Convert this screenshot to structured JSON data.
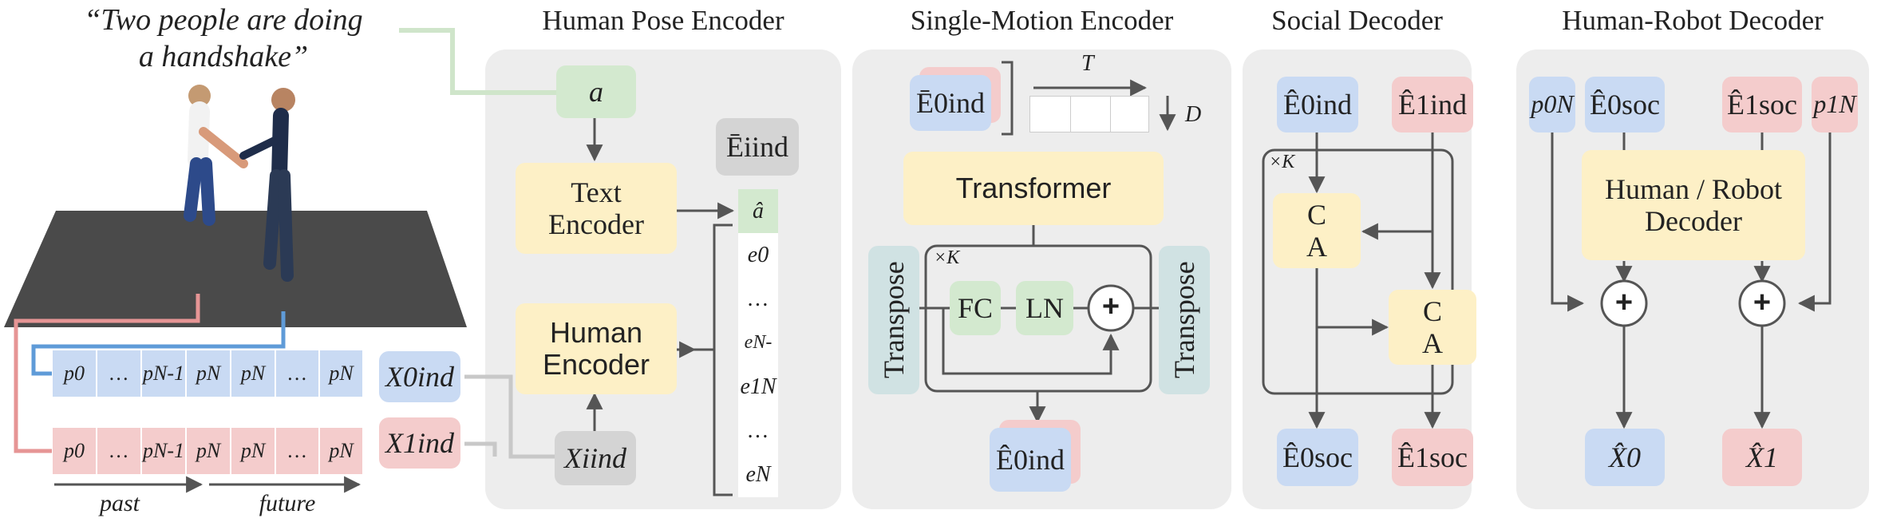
{
  "caption": "“Two people are doing a handshake”",
  "caption_line1": "“Two people are doing",
  "caption_line2": "a handshake”",
  "colors": {
    "panel": "#ededed",
    "yellow": "#fdf0c6",
    "blue": "#c9daf3",
    "pink": "#f4cccc",
    "green": "#d3e9cf",
    "gray": "#d4d4d4",
    "teal": "#d0e2e3",
    "arrow": "#555555"
  },
  "scene": {
    "seq_person0": [
      "p0",
      "…",
      "pN-1",
      "pN",
      "pN",
      "…",
      "pN"
    ],
    "seq_person1": [
      "p0",
      "…",
      "pN-1",
      "pN",
      "pN",
      "…",
      "pN"
    ],
    "past_label": "past",
    "future_label": "future"
  },
  "human_pose_encoder": {
    "title": "Human Pose Encoder",
    "a": "a",
    "text_encoder": "Text Encoder",
    "human_encoder": "Human Encoder",
    "x0_ind": "X0ind",
    "x1_ind": "X1ind",
    "xi_ind": "Xiind",
    "e_bar_ind": "Ēiind",
    "token_column": [
      "â",
      "e0",
      "…",
      "eN-",
      "e1N",
      "…",
      "eN"
    ]
  },
  "single_motion_encoder": {
    "title": "Single-Motion Encoder",
    "input": "Ē0ind",
    "T": "T",
    "D": "D",
    "transformer": "Transformer",
    "transpose_left": "Transpose",
    "transpose_right": "Transpose",
    "times_k": "×K",
    "fc": "FC",
    "ln": "LN",
    "plus": "+",
    "output": "Ê0ind"
  },
  "social_decoder": {
    "title": "Social Decoder",
    "in0": "Ê0ind",
    "in1": "Ê1ind",
    "times_k": "×K",
    "ca1": "C A",
    "ca2": "C A",
    "out0": "Ê0soc",
    "out1": "Ê1soc"
  },
  "human_robot_decoder": {
    "title": "Human-Robot Decoder",
    "p0N": "p0N",
    "e0soc": "Ê0soc",
    "e1soc": "Ê1soc",
    "p1N": "p1N",
    "decoder": "Human / Robot Decoder",
    "plus": "+",
    "x0": "X̂0",
    "x1": "X̂1"
  }
}
